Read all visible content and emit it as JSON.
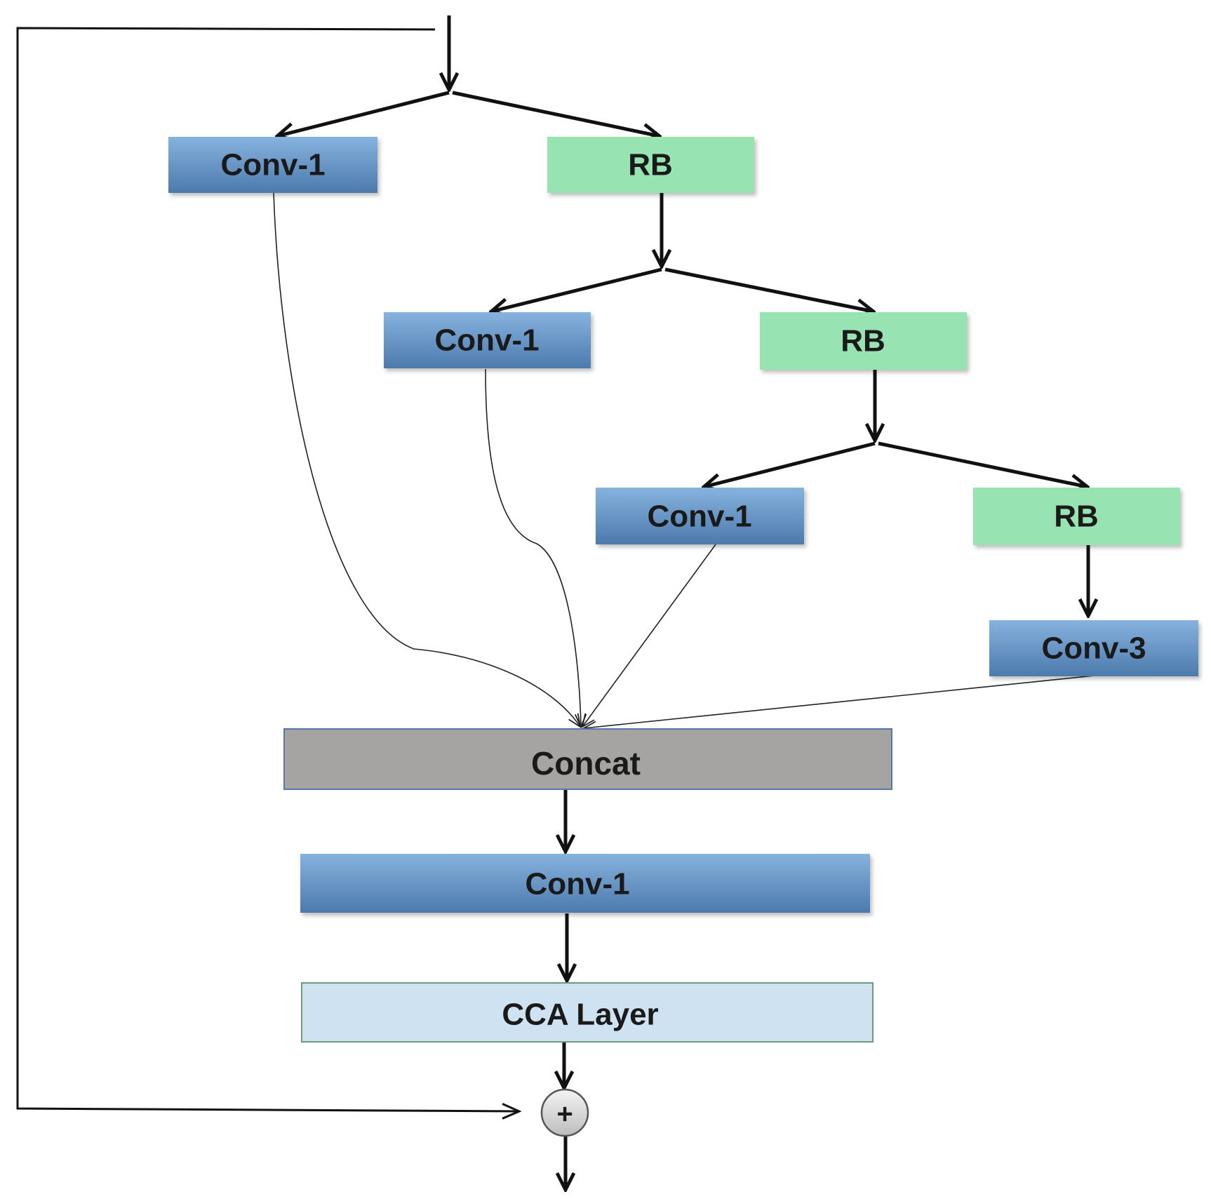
{
  "nodes": {
    "conv1_a": "Conv-1",
    "rb_a": "RB",
    "conv1_b": "Conv-1",
    "rb_b": "RB",
    "conv1_c": "Conv-1",
    "rb_c": "RB",
    "conv3": "Conv-3",
    "concat": "Concat",
    "conv1_out": "Conv-1",
    "cca": "CCA Layer",
    "add": "+"
  },
  "colors": {
    "conv_top": "#7aa7d6",
    "conv_bottom": "#4f7fb1",
    "rb": "#97e3b2",
    "concat": "#a6a3a3",
    "cca": "#cfe2f2",
    "add": "#d9d9d9"
  }
}
